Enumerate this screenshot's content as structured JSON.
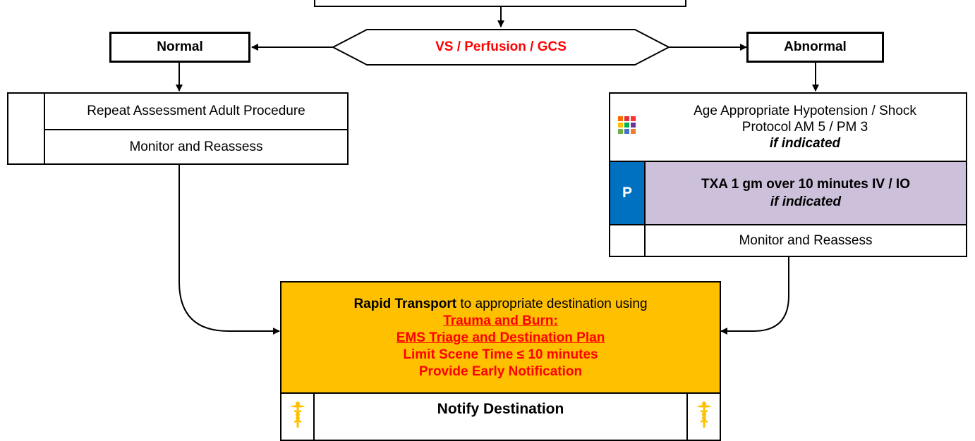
{
  "decision": {
    "label": "VS / Perfusion / GCS"
  },
  "normal": {
    "label": "Normal"
  },
  "abnormal": {
    "label": "Abnormal"
  },
  "left_box": {
    "row1": "Repeat Assessment Adult Procedure",
    "row2": "Monitor and Reassess"
  },
  "right_box": {
    "row1_line1": "Age Appropriate Hypotension / Shock",
    "row1_line2": "Protocol AM 5 / PM 3",
    "row1_line3": "if indicated",
    "row2_badge": "P",
    "row2_line1": "TXA 1 gm over 10 minutes IV / IO",
    "row2_line2": "if indicated",
    "row3": "Monitor and Reassess"
  },
  "transport": {
    "bold_part": "Rapid Transport",
    "rest": " to appropriate  destination using",
    "link1": "Trauma and Burn:",
    "link2": "EMS Triage and Destination Plan",
    "line4": "Limit Scene Time ≤  10 minutes",
    "line5": "Provide Early Notification",
    "notify": "Notify Destination"
  },
  "colors": {
    "transport_bg": "#ffc000",
    "txa_bg": "#ccc0da",
    "badge_bg": "#0070c0",
    "red_text": "#ff0000",
    "caduceus": "#ffc000"
  },
  "icons": [
    "grid-palette-icon",
    "caduceus-icon"
  ]
}
